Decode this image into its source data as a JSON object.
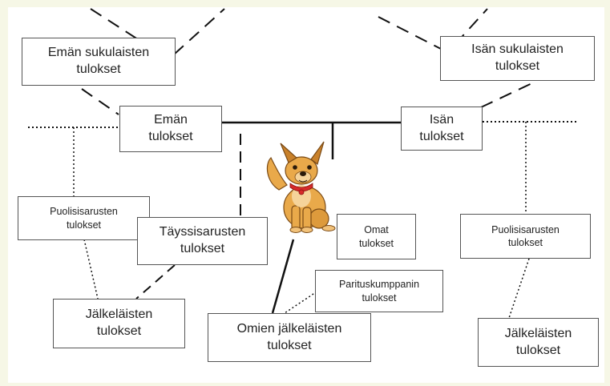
{
  "boxes": {
    "dam_relatives": "Emän sukulaisten\ntulokset",
    "sire_relatives": "Isän sukulaisten\ntulokset",
    "dam": "Emän\ntulokset",
    "sire": "Isän\ntulokset",
    "half_siblings_left": "Puolisisarusten\ntulokset",
    "full_siblings": "Täyssisarusten\ntulokset",
    "own": "Omat\ntulokset",
    "half_siblings_right": "Puolisisarusten\ntulokset",
    "mate": "Parituskumppanin\ntulokset",
    "offspring_left": "Jälkeläisten\ntulokset",
    "own_offspring": "Omien jälkeläisten\ntulokset",
    "offspring_right": "Jälkeläisten\ntulokset"
  },
  "colors": {
    "background": "#f6f7e6",
    "box_border": "#555555",
    "line": "#111111",
    "dog_fur": "#e9a94a",
    "dog_collar": "#d62a2a"
  },
  "icons": {
    "dog": "cartoon-dog-icon"
  }
}
